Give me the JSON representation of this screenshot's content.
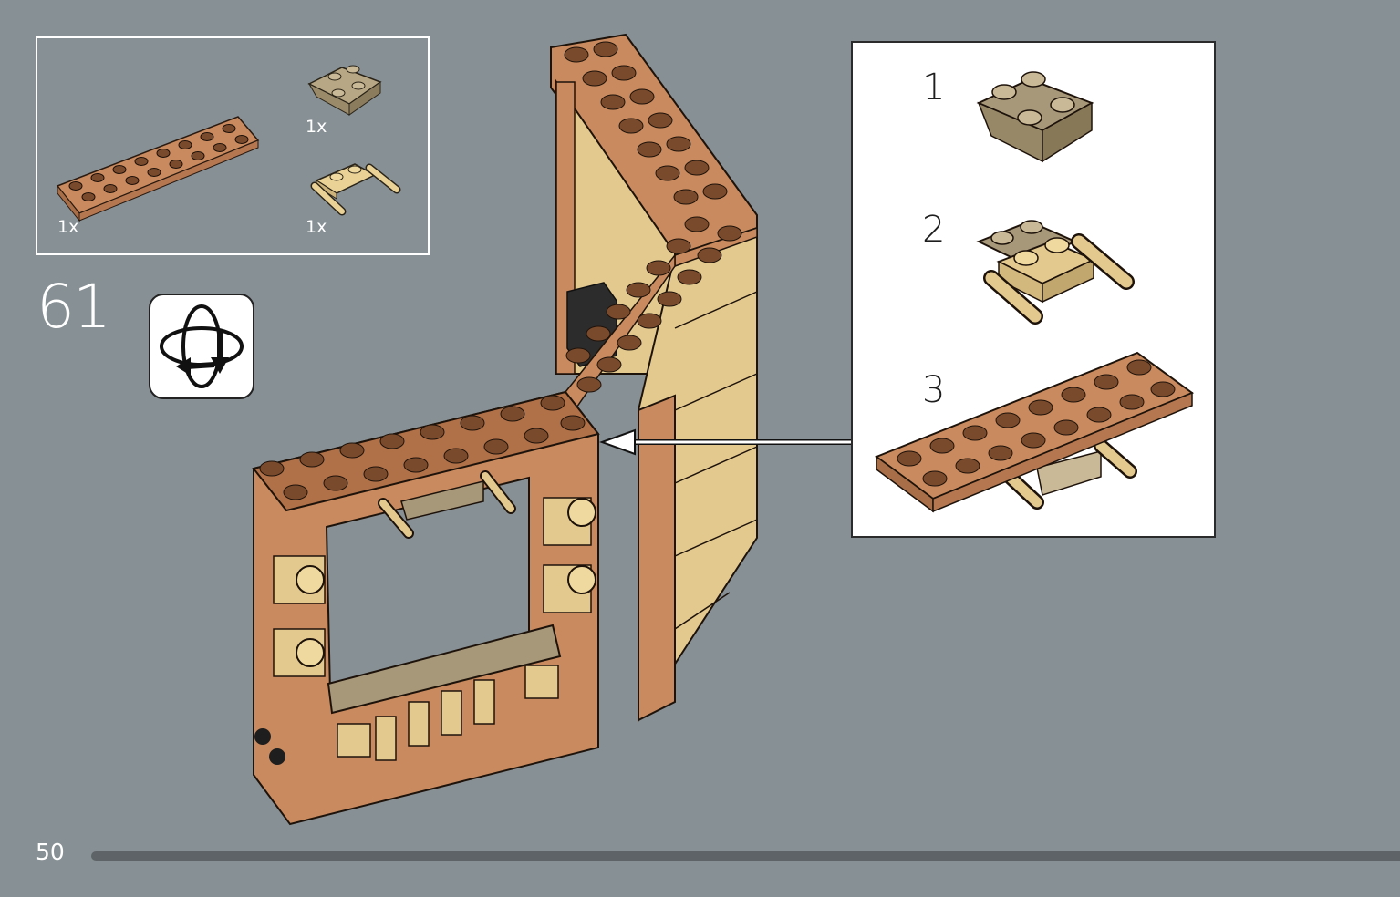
{
  "step": {
    "number": "61"
  },
  "parts_list": {
    "items": [
      {
        "name": "reddish-tan-2x8-plate",
        "qty": "1x"
      },
      {
        "name": "dark-tan-inverted-slope",
        "qty": "1x"
      },
      {
        "name": "tan-bar-holder-clip",
        "qty": "1x"
      }
    ]
  },
  "sub_assembly": {
    "steps": [
      {
        "number": "1"
      },
      {
        "number": "2"
      },
      {
        "number": "3"
      }
    ]
  },
  "page": {
    "number": "50",
    "progress_fraction": 1.0
  },
  "icons": {
    "rotate": "rotate-model-icon",
    "arrow": "placement-arrow-icon"
  },
  "colors": {
    "background": "#879095",
    "brick_medium_nougat": "#c88a5e",
    "brick_tan": "#e4c98f",
    "brick_dark_tan": "#a7987a",
    "stud_dark": "#3d2518"
  }
}
